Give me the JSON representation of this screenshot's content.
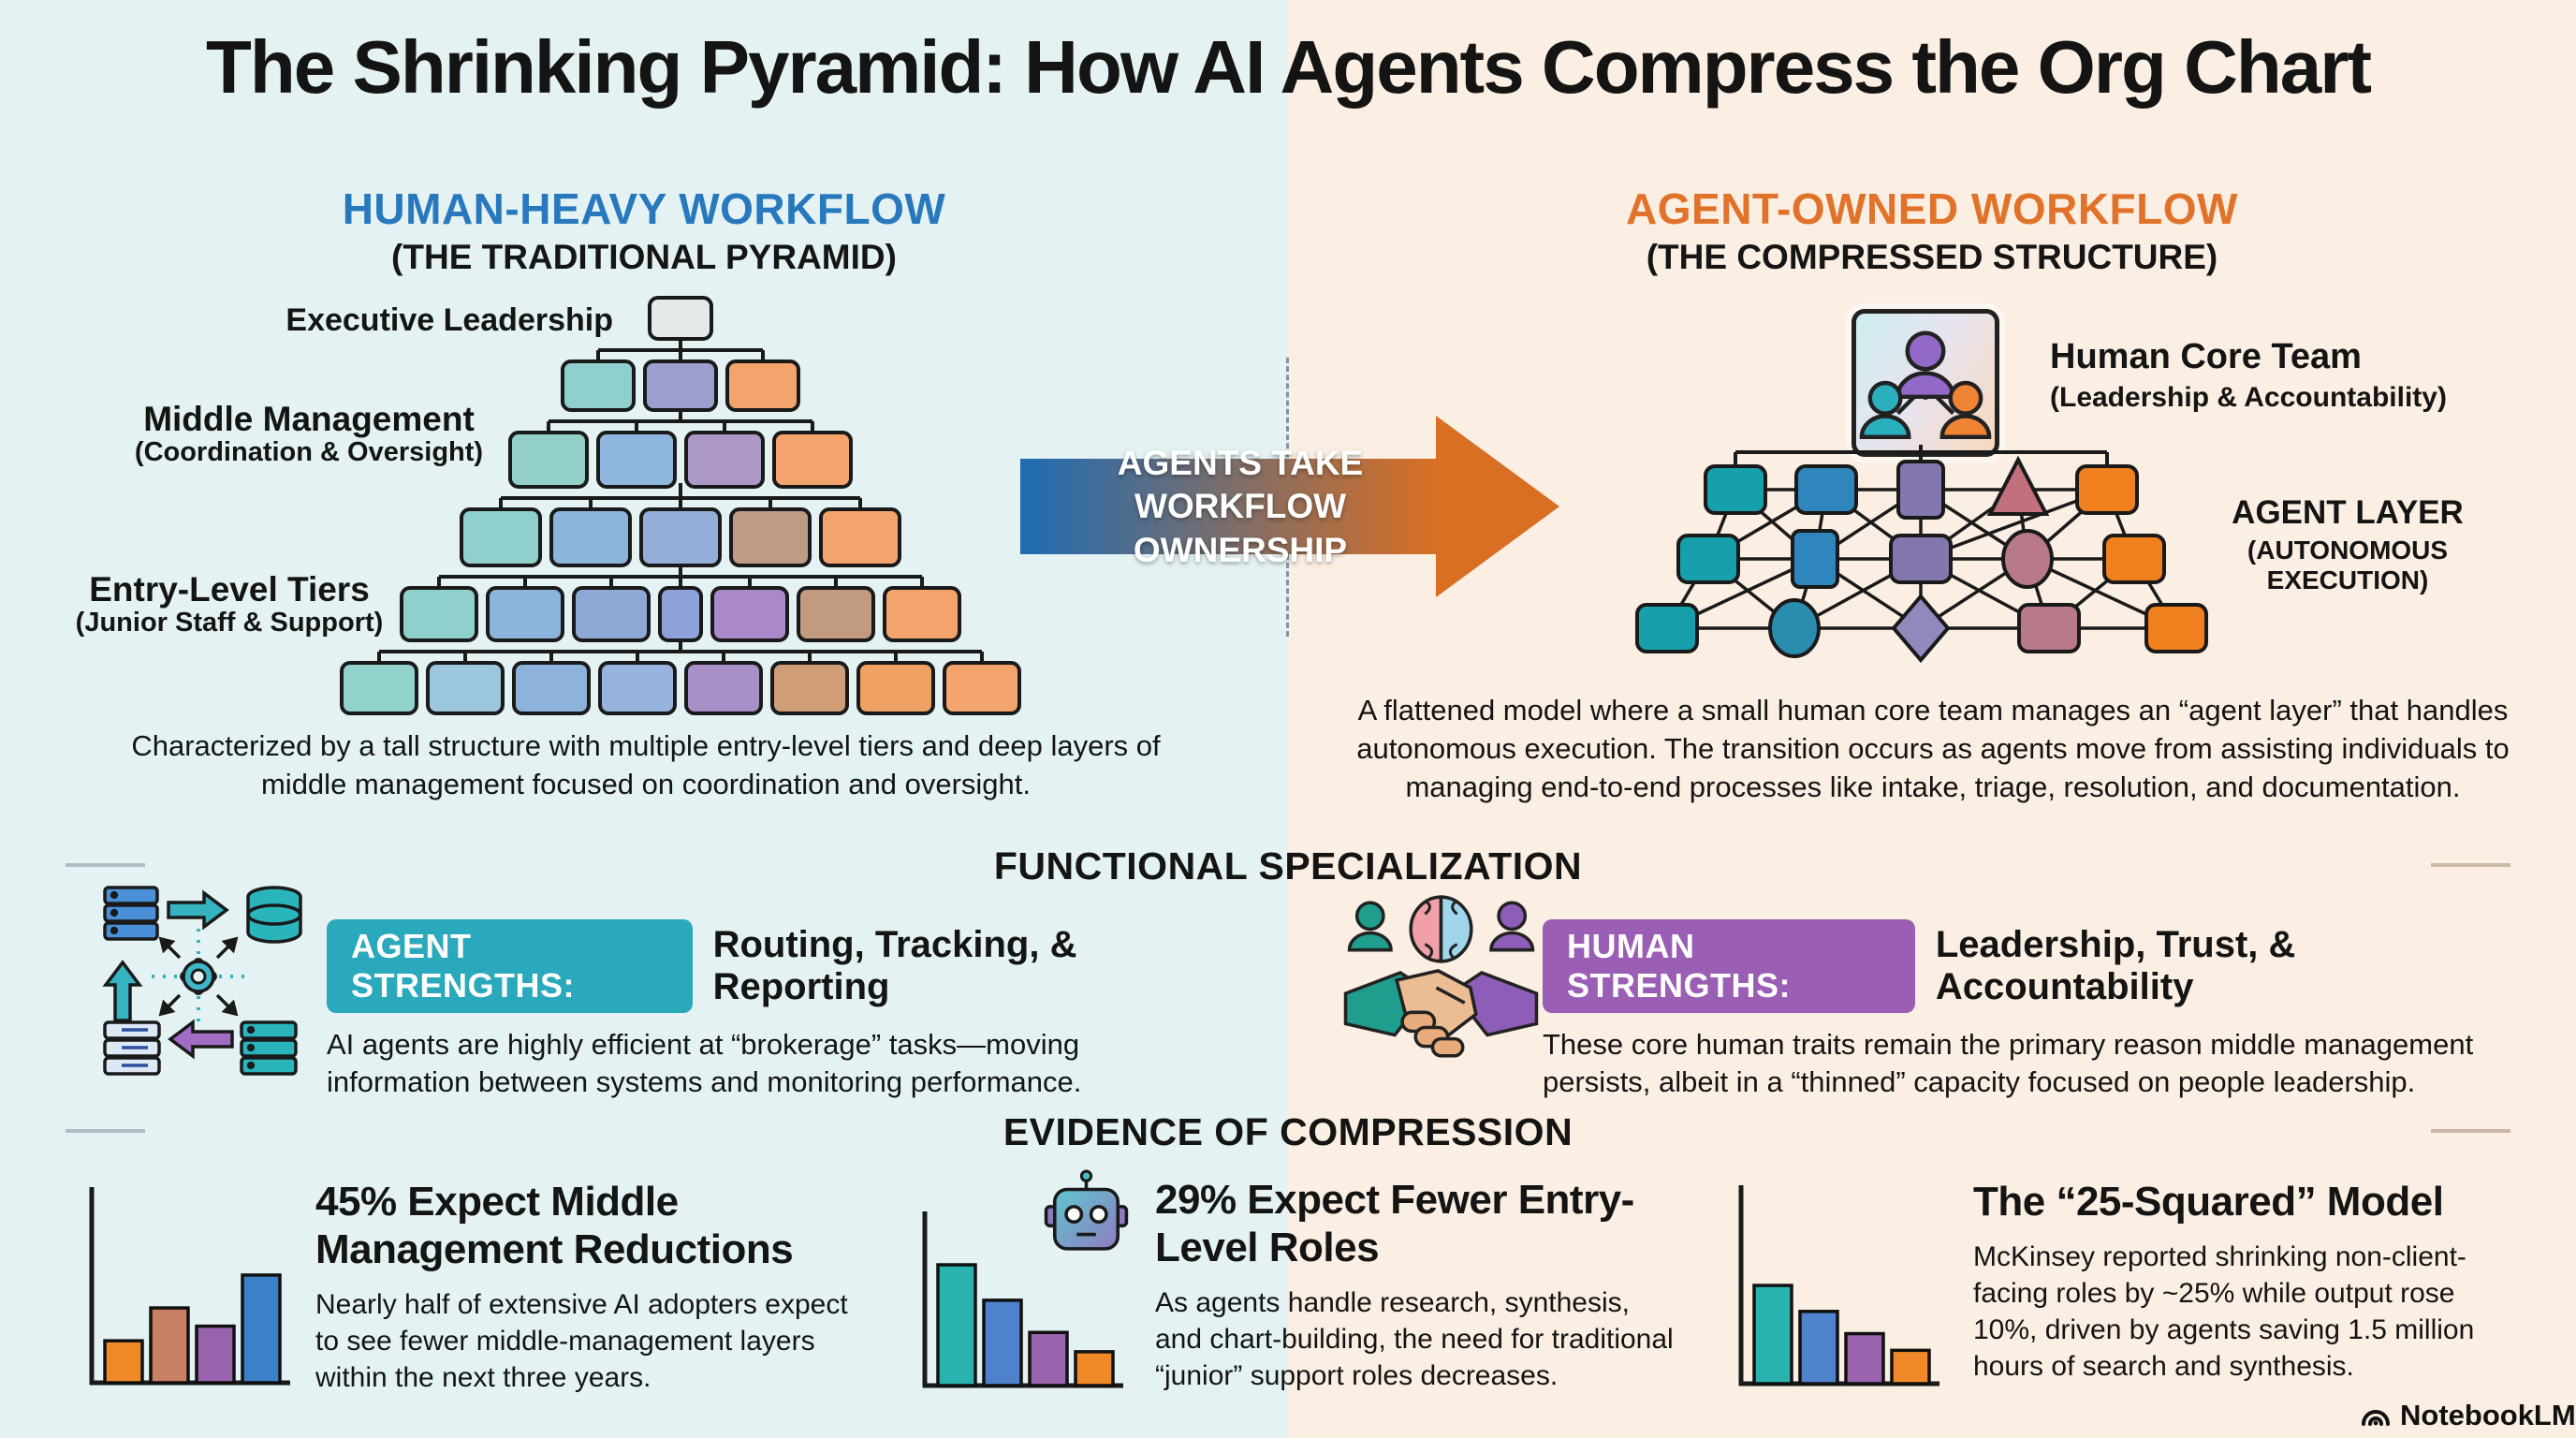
{
  "title": "The Shrinking Pyramid: How AI Agents Compress the Org Chart",
  "theme": {
    "left_bg": "#e4f2f3",
    "right_bg": "#fbeee2",
    "blue_heading": "#2878be",
    "orange_heading": "#e0722a",
    "arrow_from": "#1e6cb4",
    "arrow_to": "#d96f23",
    "badge_teal": "#2aa8bc",
    "badge_purple": "#9a5eb5"
  },
  "left_panel": {
    "heading": "HUMAN-HEAVY WORKFLOW",
    "subheading": "(THE TRADITIONAL PYRAMID)",
    "label_exec": "Executive Leadership",
    "label_middle": "Middle Management",
    "label_middle_sub": "(Coordination & Oversight)",
    "label_entry": "Entry-Level Tiers",
    "label_entry_sub": "(Junior Staff & Support)",
    "caption": "Characterized by a tall structure with multiple entry-level tiers and deep layers of middle management focused on coordination and oversight.",
    "pyramid": {
      "rows": [
        {
          "h": 44,
          "boxes": [
            {
              "w": 66,
              "c": "#e4e9e9"
            }
          ]
        },
        {
          "h": 52,
          "boxes": [
            {
              "w": 76,
              "c": "#8fd0cf"
            },
            {
              "w": 76,
              "c": "#9d9fce"
            },
            {
              "w": 76,
              "c": "#f2a46c"
            }
          ]
        },
        {
          "h": 58,
          "boxes": [
            {
              "w": 82,
              "c": "#93cfc9"
            },
            {
              "w": 82,
              "c": "#8fb6dd"
            },
            {
              "w": 82,
              "c": "#ab98c6"
            },
            {
              "w": 82,
              "c": "#f2a46c"
            }
          ]
        },
        {
          "h": 60,
          "boxes": [
            {
              "w": 84,
              "c": "#8fd0cc"
            },
            {
              "w": 84,
              "c": "#8cb4dc"
            },
            {
              "w": 84,
              "c": "#93aed9"
            },
            {
              "w": 84,
              "c": "#bd9c85"
            },
            {
              "w": 84,
              "c": "#f2a46c"
            }
          ]
        },
        {
          "h": 56,
          "boxes": [
            {
              "w": 80,
              "c": "#8fd0cc"
            },
            {
              "w": 80,
              "c": "#8cb4dc"
            },
            {
              "w": 80,
              "c": "#8fa9d6"
            },
            {
              "w": 44,
              "c": "#8da2d8"
            },
            {
              "w": 80,
              "c": "#a989c9"
            },
            {
              "w": 80,
              "c": "#c29a80"
            },
            {
              "w": 80,
              "c": "#f2a46c"
            }
          ]
        },
        {
          "h": 54,
          "boxes": [
            {
              "w": 80,
              "c": "#92d2cd"
            },
            {
              "w": 80,
              "c": "#9cc6db"
            },
            {
              "w": 80,
              "c": "#8db2dc"
            },
            {
              "w": 80,
              "c": "#97b3de"
            },
            {
              "w": 80,
              "c": "#a98fc8"
            },
            {
              "w": 80,
              "c": "#cf9d76"
            },
            {
              "w": 80,
              "c": "#f0a265"
            },
            {
              "w": 80,
              "c": "#f2a46c"
            }
          ]
        }
      ]
    }
  },
  "arrow": {
    "line1": "AGENTS TAKE",
    "line2": "WORKFLOW OWNERSHIP"
  },
  "right_panel": {
    "heading": "AGENT-OWNED WORKFLOW",
    "subheading": "(THE COMPRESSED STRUCTURE)",
    "core_team_label": "Human Core Team",
    "core_team_sub": "(Leadership & Accountability)",
    "agent_layer_label": "AGENT LAYER",
    "agent_layer_sub": "(AUTONOMOUS EXECUTION)",
    "caption": "A flattened model where a small human core team manages an “agent layer” that handles autonomous execution. The transition occurs as agents move from assisting individuals to managing end-to-end processes like intake, triage, resolution, and documentation.",
    "network": {
      "cols": [
        [
          114,
          211,
          312,
          416,
          511
        ],
        [
          85,
          199,
          312,
          426,
          540
        ],
        [
          41,
          177,
          312,
          449,
          585
        ]
      ],
      "ys": [
        48,
        122,
        196
      ],
      "rows": [
        [
          {
            "t": "sq",
            "c": "#17a0ac"
          },
          {
            "t": "sq",
            "c": "#2e86bd"
          },
          {
            "t": "rtall",
            "c": "#8476ae"
          },
          {
            "t": "tri",
            "c": "#c2707b"
          },
          {
            "t": "sq",
            "c": "#f1801f"
          }
        ],
        [
          {
            "t": "sq",
            "c": "#17a0ac"
          },
          {
            "t": "rtall",
            "c": "#2e86bd"
          },
          {
            "t": "sq",
            "c": "#8476ae"
          },
          {
            "t": "ell",
            "c": "#b8798b"
          },
          {
            "t": "sq",
            "c": "#f1801f"
          }
        ],
        [
          {
            "t": "sq",
            "c": "#17a0ac"
          },
          {
            "t": "ell",
            "c": "#2a8cae"
          },
          {
            "t": "dia",
            "c": "#9189bc"
          },
          {
            "t": "sq",
            "c": "#b8798b"
          },
          {
            "t": "sq",
            "c": "#f1801f"
          }
        ]
      ],
      "edges": [
        [
          0,
          0,
          1,
          0
        ],
        [
          0,
          0,
          1,
          1
        ],
        [
          0,
          1,
          1,
          0
        ],
        [
          0,
          1,
          1,
          1
        ],
        [
          0,
          1,
          1,
          2
        ],
        [
          0,
          2,
          1,
          1
        ],
        [
          0,
          2,
          1,
          2
        ],
        [
          0,
          2,
          1,
          3
        ],
        [
          0,
          3,
          1,
          3
        ],
        [
          0,
          3,
          1,
          2
        ],
        [
          0,
          4,
          1,
          3
        ],
        [
          0,
          4,
          1,
          4
        ],
        [
          0,
          4,
          1,
          2
        ],
        [
          1,
          0,
          2,
          0
        ],
        [
          1,
          0,
          2,
          1
        ],
        [
          1,
          1,
          2,
          0
        ],
        [
          1,
          1,
          2,
          1
        ],
        [
          1,
          1,
          2,
          2
        ],
        [
          1,
          2,
          2,
          1
        ],
        [
          1,
          2,
          2,
          2
        ],
        [
          1,
          2,
          2,
          3
        ],
        [
          1,
          3,
          2,
          2
        ],
        [
          1,
          3,
          2,
          3
        ],
        [
          1,
          3,
          2,
          4
        ],
        [
          1,
          4,
          2,
          3
        ],
        [
          1,
          4,
          2,
          4
        ]
      ]
    }
  },
  "functional": {
    "heading": "FUNCTIONAL SPECIALIZATION",
    "agent": {
      "badge": "AGENT STRENGTHS:",
      "title": "Routing, Tracking, & Reporting",
      "body": "AI agents are highly efficient at “brokerage” tasks—moving information between systems and monitoring performance."
    },
    "human": {
      "badge": "HUMAN STRENGTHS:",
      "title": "Leadership, Trust, & Accountability",
      "body": "These core human traits remain the primary reason middle management persists, albeit in a “thinned” capacity focused on people leadership."
    }
  },
  "evidence": {
    "heading": "EVIDENCE OF COMPRESSION",
    "items": [
      {
        "title": "45% Expect Middle Management Reductions",
        "body": "Nearly half of extensive AI adopters expect to see fewer middle-management layers within the next three years.",
        "bars": [
          23,
          41,
          31,
          59
        ],
        "bar_colors": [
          "#f08a28",
          "#c97f63",
          "#9a63ad",
          "#3c80c8"
        ]
      },
      {
        "title": "29% Expect Fewer Entry-Level Roles",
        "body": "As agents handle research, synthesis, and chart-building, the need for traditional “junior” support roles decreases.",
        "bars": [
          75,
          53,
          33,
          21
        ],
        "bar_colors": [
          "#2ab3ae",
          "#4f82cc",
          "#9a63ad",
          "#f08a28"
        ]
      },
      {
        "title": "The “25-Squared” Model",
        "body": "McKinsey reported shrinking non-client-facing roles by ~25% while output rose 10%, driven by agents saving 1.5 million hours of search and synthesis.",
        "bars": [
          53,
          39,
          27,
          18
        ],
        "bar_colors": [
          "#2ab3ae",
          "#4f82cc",
          "#9a63ad",
          "#f08a28"
        ]
      }
    ]
  },
  "footer": {
    "brand": "NotebookLM"
  },
  "chart_data": [
    {
      "type": "bar",
      "title": "45% Expect Middle Management Reductions (decorative mini chart)",
      "categories": [
        "bar1",
        "bar2",
        "bar3",
        "bar4"
      ],
      "values": [
        23,
        41,
        31,
        59
      ],
      "xlabel": "",
      "ylabel": "",
      "ylim": [
        0,
        100
      ]
    },
    {
      "type": "bar",
      "title": "29% Expect Fewer Entry-Level Roles (decorative mini chart)",
      "categories": [
        "bar1",
        "bar2",
        "bar3",
        "bar4"
      ],
      "values": [
        75,
        53,
        33,
        21
      ],
      "xlabel": "",
      "ylabel": "",
      "ylim": [
        0,
        100
      ]
    },
    {
      "type": "bar",
      "title": "The “25-Squared” Model (decorative mini chart)",
      "categories": [
        "bar1",
        "bar2",
        "bar3",
        "bar4"
      ],
      "values": [
        53,
        39,
        27,
        18
      ],
      "xlabel": "",
      "ylabel": "",
      "ylim": [
        0,
        100
      ]
    }
  ]
}
